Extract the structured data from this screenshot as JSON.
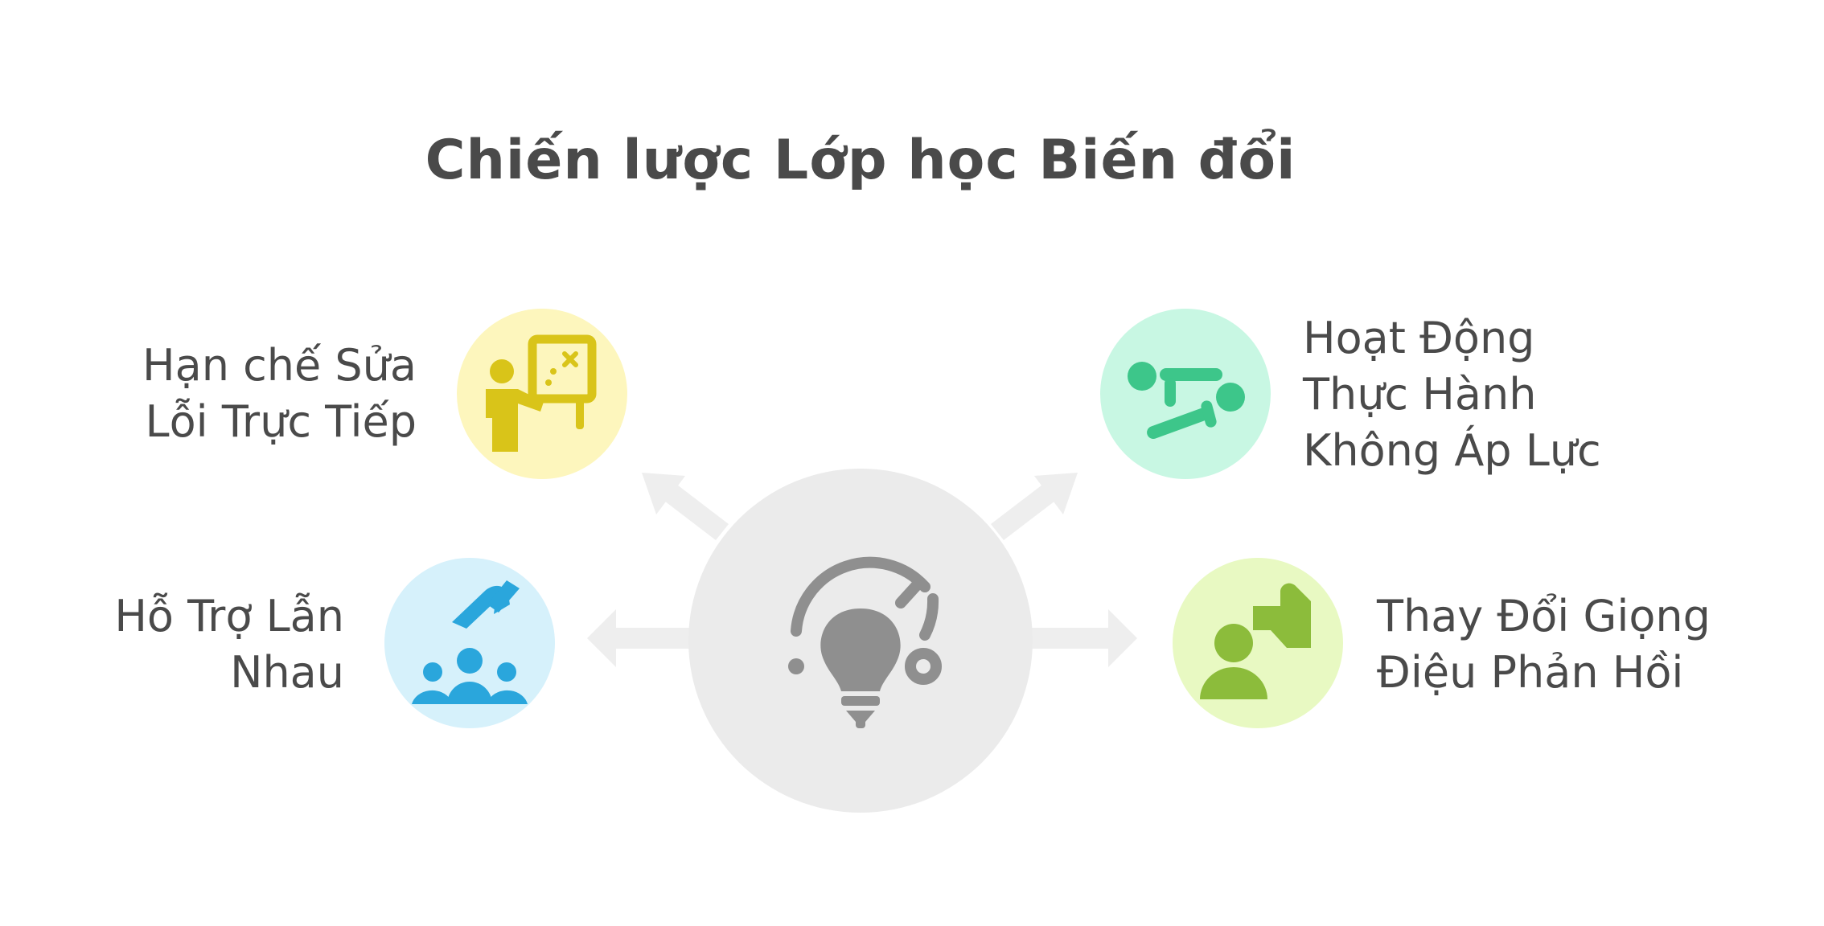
{
  "title": "Chiến lược Lớp học Biến đổi",
  "center": {
    "icon": "lightbulb-cycle-icon",
    "color": "#ebebeb",
    "icon_color": "#8f8f8f"
  },
  "nodes": [
    {
      "id": "top-left",
      "lines": [
        "Hạn chế Sửa",
        "Lỗi Trực Tiếp"
      ],
      "icon": "teacher-board-icon",
      "circle_color": "#fdf6bd",
      "icon_color": "#d9c419"
    },
    {
      "id": "bottom-left",
      "lines": [
        "Hỗ Trợ Lẫn",
        "Nhau"
      ],
      "icon": "helping-hand-group-icon",
      "circle_color": "#d6f1fb",
      "icon_color": "#2aa6dc"
    },
    {
      "id": "top-right",
      "lines": [
        "Hoạt Động",
        "Thực Hành",
        "Không Áp Lực"
      ],
      "icon": "pushup-exercise-icon",
      "circle_color": "#c8f7e3",
      "icon_color": "#3dc68a"
    },
    {
      "id": "bottom-right",
      "lines": [
        "Thay Đổi Giọng",
        "Điệu Phản Hồi"
      ],
      "icon": "person-speech-icon",
      "circle_color": "#e8f9c2",
      "icon_color": "#8cbc3b"
    }
  ],
  "arrow_color": "#eeeeee"
}
